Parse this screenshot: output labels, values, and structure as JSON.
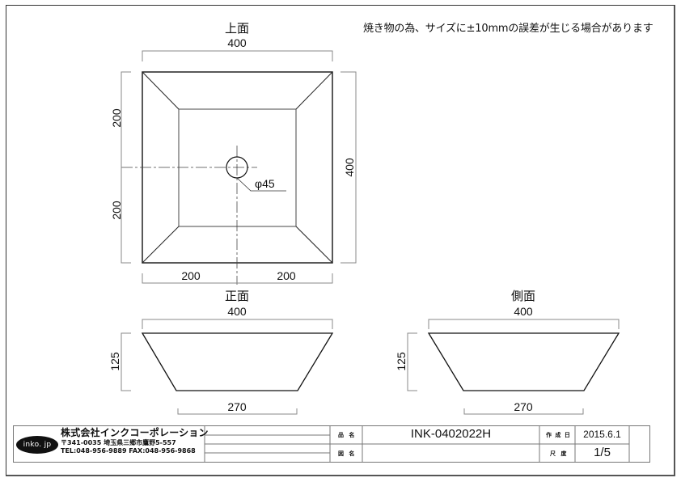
{
  "drawing": {
    "note": "焼き物の為、サイズに±10mmの誤差が生じる場合があります",
    "top_view": {
      "title": "上面",
      "width_dim": "400",
      "height_dim": "400",
      "left_upper_dim": "200",
      "left_lower_dim": "200",
      "bottom_left_dim": "200",
      "bottom_right_dim": "200",
      "drain_hole": "φ45"
    },
    "front_view": {
      "title": "正面",
      "top_width_dim": "400",
      "height_dim": "125",
      "bottom_width_dim": "270"
    },
    "side_view": {
      "title": "側面",
      "top_width_dim": "400",
      "height_dim": "125",
      "bottom_width_dim": "270"
    }
  },
  "title_block": {
    "logo_text": "inko. jp",
    "company_name": "株式会社インクコーポレーション",
    "address": "〒341-0035 埼玉県三郷市鷹野5-557",
    "contact": "TEL:048-956-9889  FAX:048-956-9868",
    "product_name_label": "品 名",
    "product_name": "INK-0402022H",
    "drawing_name_label": "図 名",
    "drawing_name": "",
    "created_date_label": "作 成 日",
    "created_date": "2015.6.1",
    "scale_label": "尺 度",
    "scale": "1/5"
  },
  "colors": {
    "line": "#111111",
    "dim_line": "#888888",
    "frame": "#333333"
  }
}
